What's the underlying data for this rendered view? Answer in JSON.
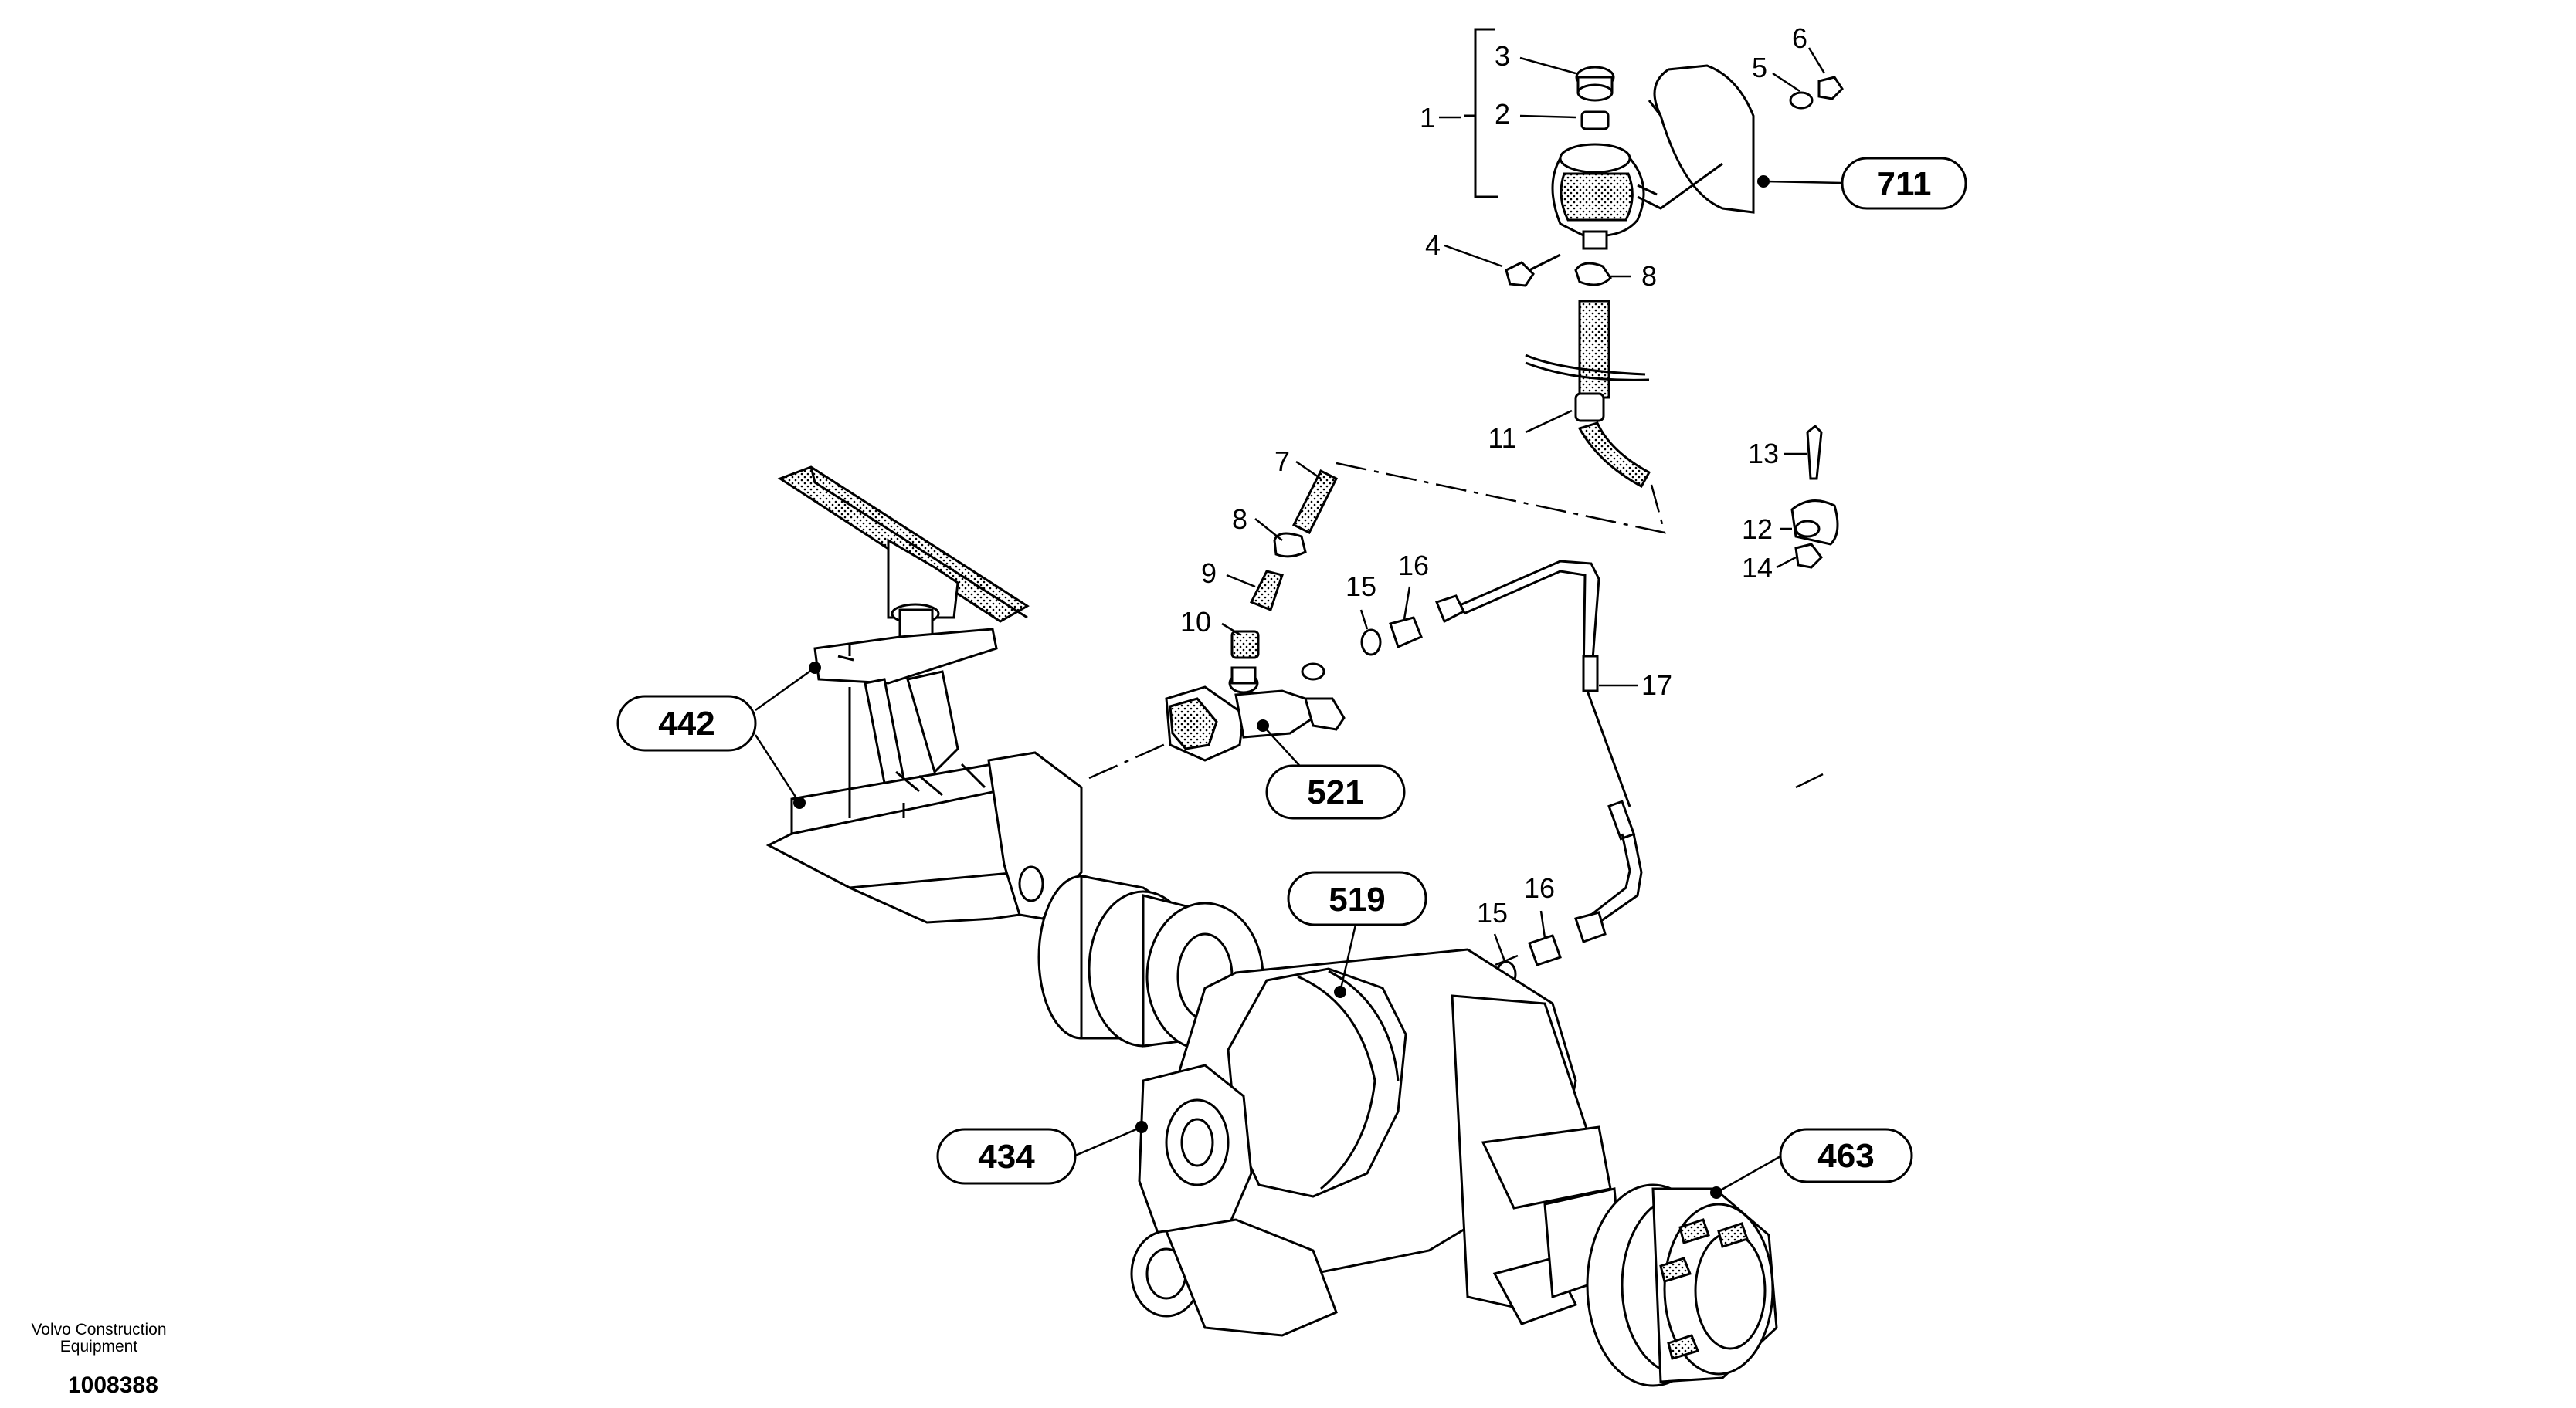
{
  "refs": {
    "r711": "711",
    "r442": "442",
    "r521": "521",
    "r519": "519",
    "r434": "434",
    "r463": "463"
  },
  "parts": {
    "p1": "1",
    "p2": "2",
    "p3": "3",
    "p4": "4",
    "p5": "5",
    "p6": "6",
    "p7": "7",
    "p8a": "8",
    "p8b": "8",
    "p9": "9",
    "p10": "10",
    "p11": "11",
    "p12": "12",
    "p13": "13",
    "p14": "14",
    "p15a": "15",
    "p15b": "15",
    "p16a": "16",
    "p16b": "16",
    "p17": "17"
  },
  "footer": {
    "brand_line1": "Volvo Construction",
    "brand_line2": "Equipment",
    "doc_number": "1008388"
  }
}
